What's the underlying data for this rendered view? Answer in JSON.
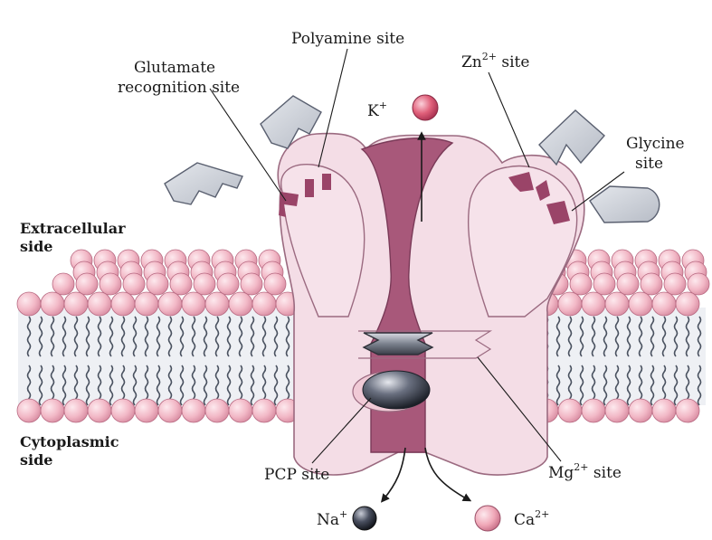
{
  "labels": {
    "polyamine_site": "Polyamine site",
    "glutamate_site_line1": "Glutamate",
    "glutamate_site_line2": "recognition site",
    "zn_site_base": "Zn",
    "zn_site_sup": "2+",
    "zn_site_rest": " site",
    "k_ion_base": "K",
    "k_ion_sup": "+",
    "glycine_site_line1": "Glycine",
    "glycine_site_line2": "site",
    "extracellular_line1": "Extracellular",
    "extracellular_line2": "side",
    "cytoplasmic_line1": "Cytoplasmic",
    "cytoplasmic_line2": "side",
    "pcp_site": "PCP site",
    "mg_site_base": "Mg",
    "mg_site_sup": "2+",
    "mg_site_rest": " site",
    "na_ion_base": "Na",
    "na_ion_sup": "+",
    "ca_ion_base": "Ca",
    "ca_ion_sup": "2+"
  },
  "colors": {
    "membrane_head": "#f2b8c6",
    "receptor_fill": "#f4dde6",
    "channel_fill": "#a8587a",
    "binding_mark": "#9a4468",
    "ion_k": "#e0607a",
    "ion_na": "#2e3440",
    "ion_ca": "#f0a8b8"
  }
}
